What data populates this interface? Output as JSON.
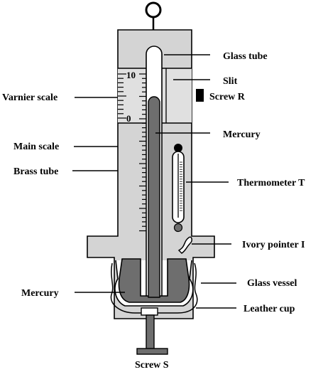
{
  "labels": {
    "glass_tube": "Glass tube",
    "slit": "Slit",
    "screw_r": "Screw R",
    "varnier_scale": "Varnier scale",
    "mercury_top": "Mercury",
    "main_scale": "Main scale",
    "brass_tube": "Brass tube",
    "thermometer": "Thermometer T",
    "ivory_pointer": "Ivory pointer I",
    "glass_vessel": "Glass vessel",
    "mercury_bottom": "Mercury",
    "leather_cup": "Leather cup",
    "screw_s": "Screw S"
  },
  "vernier_numbers": {
    "top": "10",
    "bottom": "0"
  },
  "colors": {
    "brass": "#d4d4d4",
    "mercury": "#6e6e6e",
    "glass": "#ffffff",
    "screw": "#6e6e6e",
    "ink": "#000000"
  }
}
